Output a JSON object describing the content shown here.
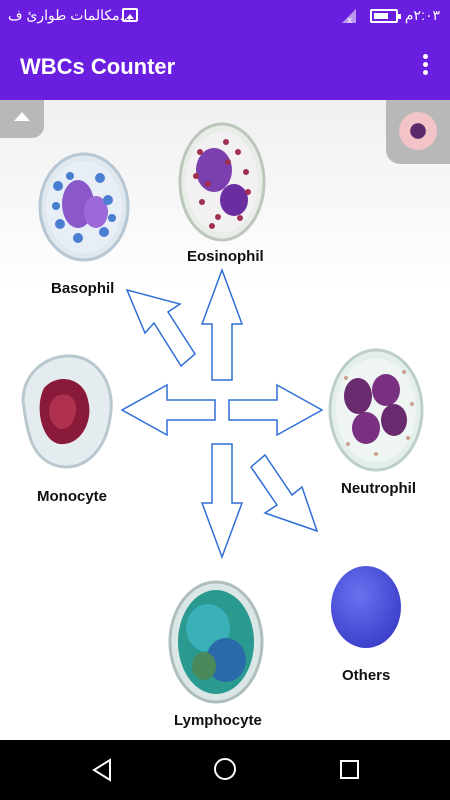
{
  "status_bar": {
    "notification_text": "مكالمات طوارئ ف...",
    "time": "٢:٠٣م",
    "icons": [
      "image-icon",
      "signal-icon",
      "battery-icon"
    ]
  },
  "app_bar": {
    "title": "WBCs Counter",
    "menu_icon": "more-vert-icon"
  },
  "cells": {
    "eosinophil": "Eosinophil",
    "basophil": "Basophil",
    "monocyte": "Monocyte",
    "neutrophil": "Neutrophil",
    "lymphocyte": "Lymphocyte",
    "others": "Others"
  },
  "colors": {
    "primary": "#6a1ee0",
    "arrow_stroke": "#2f6fd6",
    "others_ball": "#4a4ee0"
  }
}
